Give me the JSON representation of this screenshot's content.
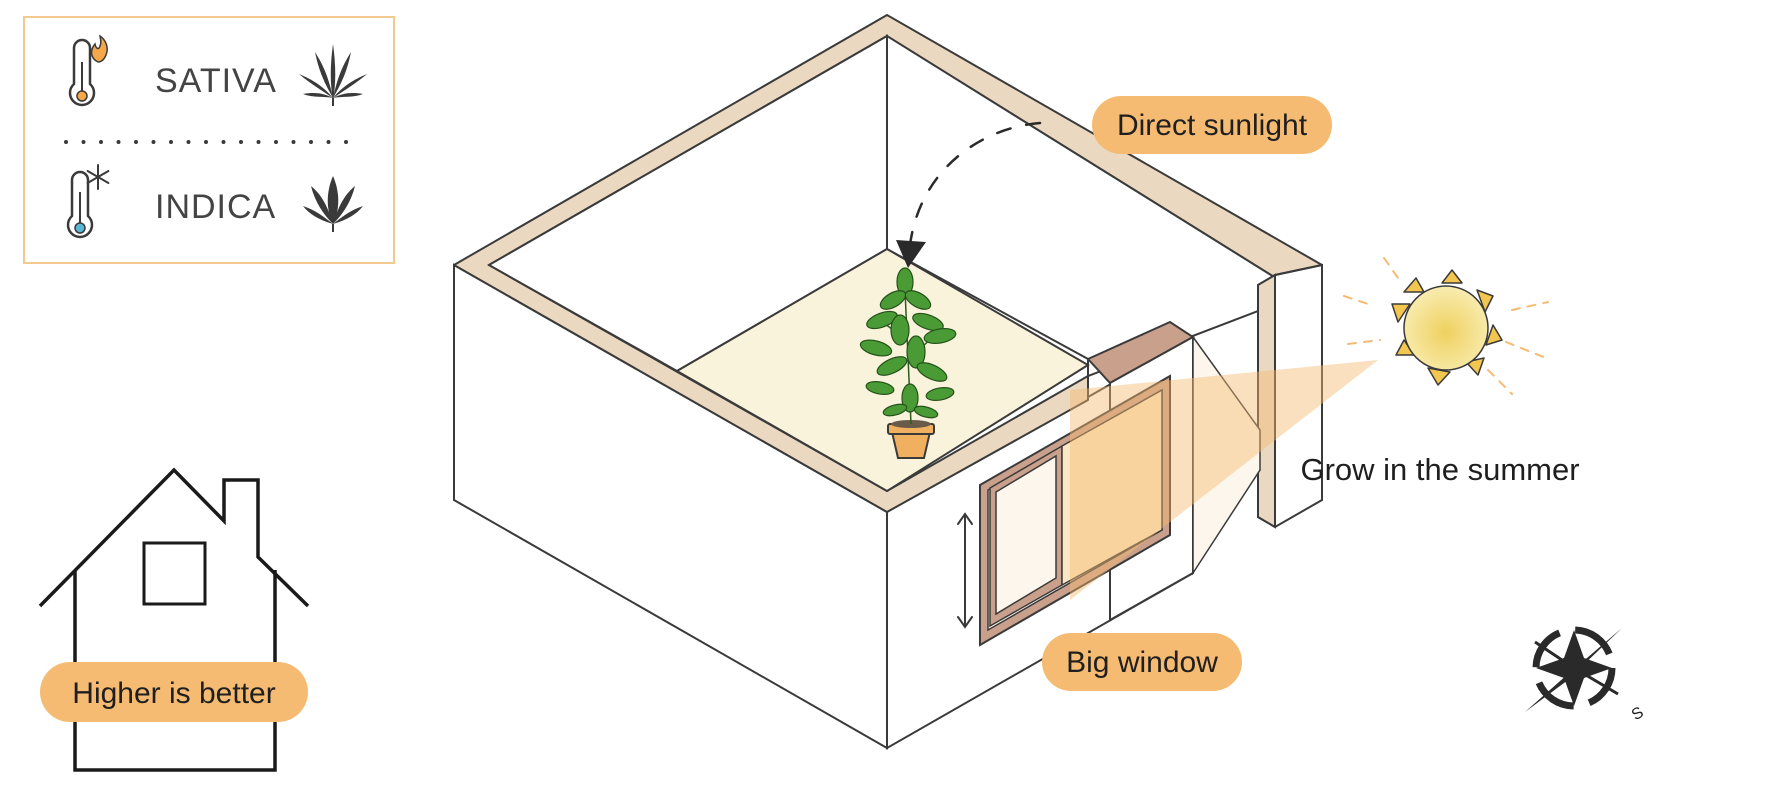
{
  "legend": {
    "sativa_label": "SATIVA",
    "indica_label": "INDICA",
    "icons": [
      "thermometer-flame-icon",
      "cannabis-leaf-icon",
      "thermometer-snowflake-icon",
      "cannabis-leaf-icon"
    ]
  },
  "labels": {
    "direct_sunlight": "Direct sunlight",
    "big_window": "Big window",
    "higher_is_better": "Higher is better",
    "grow_in_summer": "Grow in the summer",
    "compass_letter": "S"
  },
  "colors": {
    "accent": "#f5bb72",
    "legend_border": "#f2c98e",
    "wall_top": "#ead8c0",
    "floor": "#faf3dc",
    "window_frame": "#c9a08c",
    "sun": "#f5d36a",
    "leaf": "#3f8f2f",
    "pot": "#f0b060"
  }
}
